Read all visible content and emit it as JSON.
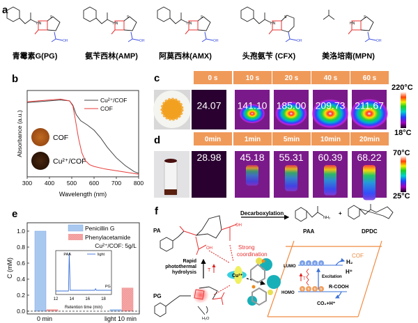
{
  "panel_labels": {
    "a": "a",
    "b": "b",
    "c": "c",
    "d": "d",
    "e": "e",
    "f": "f"
  },
  "panel_a": {
    "compounds": [
      {
        "name": "青霉素G(PG)"
      },
      {
        "name": "氨苄西林(AMP)"
      },
      {
        "name": "阿莫西林(AMX)"
      },
      {
        "name": "头孢氨苄 (CFX)"
      },
      {
        "name": "美洛培南(MPN)"
      }
    ],
    "atoms": {
      "hn": "HN",
      "h": "H",
      "s": "S",
      "n": "N",
      "o": "O",
      "oh": "OH",
      "nh2": "NH₂",
      "ho": "HO",
      "nh": "NH"
    }
  },
  "panel_c": {
    "times": [
      "0 s",
      "10 s",
      "20 s",
      "40 s",
      "60 s"
    ],
    "temps": [
      "24.07",
      "141.10",
      "185.00",
      "209.73",
      "211.67"
    ],
    "heat": [
      0,
      0.55,
      0.75,
      0.92,
      0.95
    ],
    "colorbar_max": "220°C",
    "colorbar_min": "18°C"
  },
  "panel_d": {
    "times": [
      "0min",
      "1min",
      "5min",
      "10min",
      "20min"
    ],
    "temps": [
      "28.98",
      "45.18",
      "55.31",
      "60.39",
      "68.22"
    ],
    "heat": [
      0.05,
      0.4,
      0.6,
      0.75,
      0.92
    ],
    "colorbar_max": "70°C",
    "colorbar_min": "25°C"
  },
  "panel_f": {
    "decarboxylation": "Decarboxylation",
    "pa": "PA",
    "pg": "PG",
    "paa": "PAA",
    "dpdc": "DPDC",
    "plus": "+",
    "strong_coordination_1": "Strong",
    "strong_coordination_2": "coordination",
    "rapid_1": "Rapid",
    "rapid_2": "photothermal",
    "rapid_3": "hydrolysis",
    "t": "T",
    "cu": "Cu²⁺",
    "cof": "COF",
    "lumo": "LUMO",
    "homo": "HOMO",
    "h2": "H₂",
    "hplus": "H⁺",
    "excitation": "Excitation",
    "rcooh": "R-COOH",
    "co2": "CO₂+H⁺",
    "h2o": "H₂O",
    "e": "e",
    "h": "h"
  },
  "chart_data": [
    {
      "id": "b",
      "type": "line",
      "title": "",
      "xlabel": "Wavelength (nm)",
      "ylabel": "Absorbance (a.u.)",
      "xlim": [
        300,
        800
      ],
      "ylim": [
        0,
        1
      ],
      "xticks": [
        "300",
        "400",
        "500",
        "600",
        "700",
        "800"
      ],
      "legend_position": "top-right",
      "series": [
        {
          "name": "Cu²⁺/COF",
          "color": "#444444",
          "x": [
            300,
            350,
            400,
            450,
            490,
            505,
            520,
            540,
            570,
            600,
            630,
            660,
            700,
            740,
            780,
            800
          ],
          "y": [
            0.86,
            0.87,
            0.88,
            0.89,
            0.88,
            0.83,
            0.72,
            0.65,
            0.6,
            0.54,
            0.45,
            0.34,
            0.22,
            0.13,
            0.06,
            0.04
          ]
        },
        {
          "name": "COF",
          "color": "#e83a3a",
          "x": [
            300,
            350,
            400,
            450,
            490,
            505,
            515,
            530,
            545,
            560,
            580,
            600,
            650,
            700,
            750,
            800
          ],
          "y": [
            0.87,
            0.88,
            0.89,
            0.9,
            0.88,
            0.82,
            0.68,
            0.45,
            0.28,
            0.19,
            0.14,
            0.12,
            0.09,
            0.07,
            0.05,
            0.03
          ]
        }
      ],
      "inset_labels": [
        "COF",
        "Cu²⁺/COF"
      ]
    },
    {
      "id": "e",
      "type": "bar",
      "title": "",
      "xlabel": "",
      "ylabel": "C (mM)",
      "ylim": [
        -0.05,
        1.1
      ],
      "yticks": [
        "0.0",
        "0.2",
        "0.4",
        "0.6",
        "0.8",
        "1.0"
      ],
      "categories": [
        "0 min",
        "light 10 min"
      ],
      "series": [
        {
          "name": "Penicillin G",
          "color": "#a9c8f0",
          "values": [
            1.0,
            0.02
          ]
        },
        {
          "name": "Phenylacetamide",
          "color": "#f5a8a8",
          "values": [
            0.02,
            0.29
          ]
        }
      ],
      "annotation": "Cu²⁺/COF: 5g/L",
      "legend_position": "top-right",
      "inset": {
        "type": "line",
        "xlabel": "Retention time (min)",
        "xlim": [
          12,
          19
        ],
        "xticks": [
          "12",
          "14",
          "16",
          "18"
        ],
        "legend": "light",
        "peaks": [
          {
            "label": "PAA",
            "x": 13.7,
            "height": 1.0
          },
          {
            "label": "PG",
            "x": 17.0,
            "height": 0.04
          }
        ]
      }
    }
  ]
}
